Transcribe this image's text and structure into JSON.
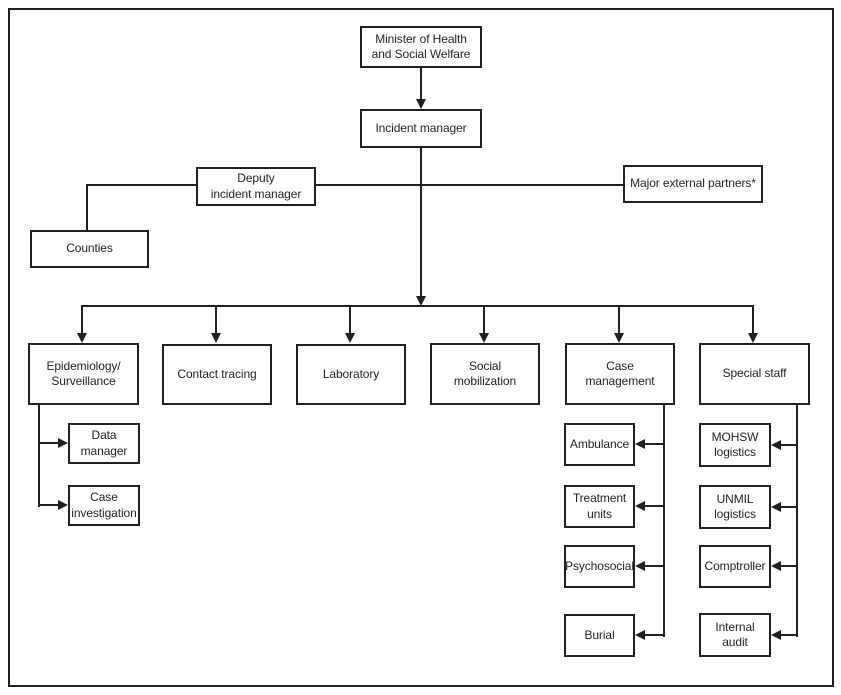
{
  "figure": {
    "type": "organizational-chart",
    "background_color": "#ffffff",
    "line_color": "#231f20"
  },
  "nodes": {
    "minister": {
      "label": "Minister of Health\nand Social Welfare"
    },
    "incident_manager": {
      "label": "Incident manager"
    },
    "deputy_incident_manager": {
      "label": "Deputy\nincident manager"
    },
    "major_external_partners": {
      "label": "Major external partners*"
    },
    "counties": {
      "label": "Counties"
    },
    "epidemiology_surveillance": {
      "label": "Epidemiology/\nSurveillance"
    },
    "contact_tracing": {
      "label": "Contact tracing"
    },
    "laboratory": {
      "label": "Laboratory"
    },
    "social_mobilization": {
      "label": "Social\nmobilization"
    },
    "case_management": {
      "label": "Case\nmanagement"
    },
    "special_staff": {
      "label": "Special staff"
    },
    "data_manager": {
      "label": "Data\nmanager"
    },
    "case_investigation": {
      "label": "Case\ninvestigation"
    },
    "ambulance": {
      "label": "Ambulance"
    },
    "treatment_units": {
      "label": "Treatment\nunits"
    },
    "psychosocial": {
      "label": "Psychosocial"
    },
    "burial": {
      "label": "Burial"
    },
    "mohsw_logistics": {
      "label": "MOHSW\nlogistics"
    },
    "unmil_logistics": {
      "label": "UNMIL\nlogistics"
    },
    "comptroller": {
      "label": "Comptroller"
    },
    "internal_audit": {
      "label": "Internal\naudit"
    }
  },
  "edges": [
    {
      "from": "minister",
      "to": "incident_manager",
      "style": "arrow-down"
    },
    {
      "from": "incident_manager",
      "to": "deputy_incident_manager",
      "style": "line"
    },
    {
      "from": "incident_manager",
      "to": "major_external_partners",
      "style": "line"
    },
    {
      "from": "deputy_incident_manager",
      "to": "counties",
      "style": "line"
    },
    {
      "from": "incident_manager",
      "to": "epidemiology_surveillance",
      "style": "arrow-down"
    },
    {
      "from": "incident_manager",
      "to": "contact_tracing",
      "style": "arrow-down"
    },
    {
      "from": "incident_manager",
      "to": "laboratory",
      "style": "arrow-down"
    },
    {
      "from": "incident_manager",
      "to": "social_mobilization",
      "style": "arrow-down"
    },
    {
      "from": "incident_manager",
      "to": "case_management",
      "style": "arrow-down"
    },
    {
      "from": "incident_manager",
      "to": "special_staff",
      "style": "arrow-down"
    },
    {
      "from": "epidemiology_surveillance",
      "to": "data_manager",
      "style": "arrow-right"
    },
    {
      "from": "epidemiology_surveillance",
      "to": "case_investigation",
      "style": "arrow-right"
    },
    {
      "from": "case_management",
      "to": "ambulance",
      "style": "arrow-left"
    },
    {
      "from": "case_management",
      "to": "treatment_units",
      "style": "arrow-left"
    },
    {
      "from": "case_management",
      "to": "psychosocial",
      "style": "arrow-left"
    },
    {
      "from": "case_management",
      "to": "burial",
      "style": "arrow-left"
    },
    {
      "from": "special_staff",
      "to": "mohsw_logistics",
      "style": "arrow-left"
    },
    {
      "from": "special_staff",
      "to": "unmil_logistics",
      "style": "arrow-left"
    },
    {
      "from": "special_staff",
      "to": "comptroller",
      "style": "arrow-left"
    },
    {
      "from": "special_staff",
      "to": "internal_audit",
      "style": "arrow-left"
    }
  ]
}
